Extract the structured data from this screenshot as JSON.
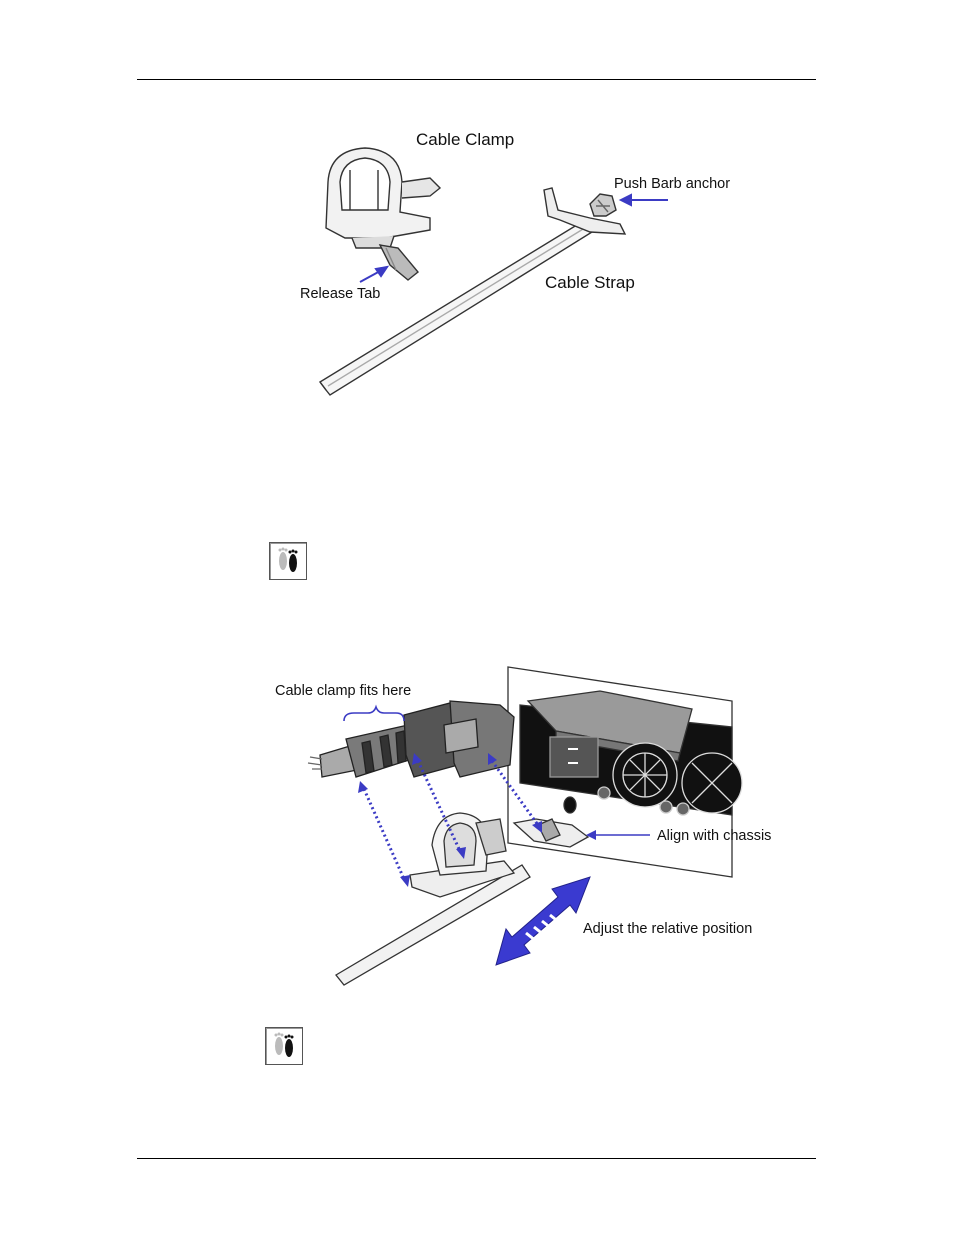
{
  "figure1": {
    "labels": {
      "cable_clamp": "Cable Clamp",
      "push_barb_anchor": "Push Barb anchor",
      "release_tab": "Release Tab",
      "cable_strap": "Cable Strap"
    }
  },
  "figure2": {
    "labels": {
      "clamp_fits": "Cable clamp fits here",
      "align_chassis": "Align with chassis",
      "adjust_position": "Adjust the relative position"
    }
  },
  "icons": {
    "note_icon_1": "footprint-icon",
    "note_icon_2": "footprint-icon"
  },
  "colors": {
    "arrow_blue": "#3b3bc4",
    "adjust_arrow": "#3a3ad0"
  }
}
